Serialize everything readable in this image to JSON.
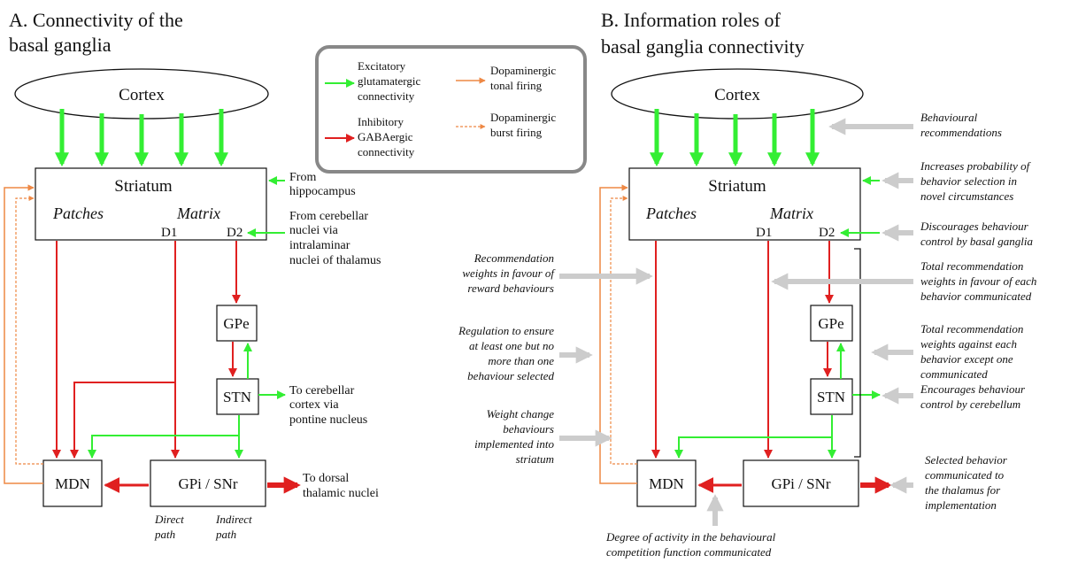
{
  "panel_a": {
    "title": [
      "A. Connectivity of the",
      "basal ganglia"
    ],
    "nodes": {
      "cortex": "Cortex",
      "striatum": "Striatum",
      "patches": "Patches",
      "matrix": "Matrix",
      "d1": "D1",
      "d2": "D2",
      "gpe": "GPe",
      "stn": "STN",
      "mdn": "MDN",
      "gpi": "GPi / SNr"
    },
    "notes": {
      "from_hippocampus": [
        "From",
        "hippocampus"
      ],
      "from_cerebellar": [
        "From cerebellar",
        "nuclei via",
        "intralaminar",
        "nuclei of thalamus"
      ],
      "to_cerebellar": [
        "To cerebellar",
        "cortex via",
        "pontine nucleus"
      ],
      "to_dorsal": [
        "To dorsal",
        "thalamic nuclei"
      ],
      "direct_path": [
        "Direct",
        "path"
      ],
      "indirect_path": [
        "Indirect",
        "path"
      ]
    }
  },
  "legend": {
    "excitatory": [
      "Excitatory",
      "glutamatergic",
      "connectivity"
    ],
    "inhibitory": [
      "Inhibitory",
      "GABAergic",
      "connectivity"
    ],
    "tonal": [
      "Dopaminergic",
      "tonal firing"
    ],
    "burst": [
      "Dopaminergic",
      "burst firing"
    ]
  },
  "panel_b": {
    "title": [
      "B. Information roles of",
      "basal ganglia connectivity"
    ],
    "nodes": {
      "cortex": "Cortex",
      "striatum": "Striatum",
      "patches": "Patches",
      "matrix": "Matrix",
      "d1": "D1",
      "d2": "D2",
      "gpe": "GPe",
      "stn": "STN",
      "mdn": "MDN",
      "gpi": "GPi / SNr"
    },
    "annotations": {
      "behavioural_recs": [
        "Behavioural",
        "recommendations"
      ],
      "increases_prob": [
        "Increases probability of",
        "behavior selection in",
        "novel circumstances"
      ],
      "discourages": [
        "Discourages behaviour",
        "control by basal ganglia"
      ],
      "total_favour": [
        "Total recommendation",
        "weights in favour of each",
        "behavior communicated"
      ],
      "total_against": [
        "Total recommendation",
        "weights against each",
        "behavior except one",
        "communicated"
      ],
      "encourages": [
        "Encourages behaviour",
        "control by cerebellum"
      ],
      "selected": [
        "Selected behavior",
        "communicated to",
        "the thalamus for",
        "implementation"
      ],
      "rec_weights": [
        "Recommendation",
        "weights in favour of",
        "reward behaviours"
      ],
      "regulation": [
        "Regulation to ensure",
        "at least one but no",
        "more than one",
        "behaviour selected"
      ],
      "weight_change": [
        "Weight change",
        "behaviours",
        "implemented into",
        "striatum"
      ],
      "degree": [
        "Degree of activity in the behavioural",
        "competition function communicated"
      ]
    }
  },
  "colors": {
    "excitatory": "#33ee33",
    "inhibitory": "#e02020",
    "dopamine": "#ee8844",
    "annotation_arrow": "#cccccc",
    "legend_border": "#888888"
  }
}
